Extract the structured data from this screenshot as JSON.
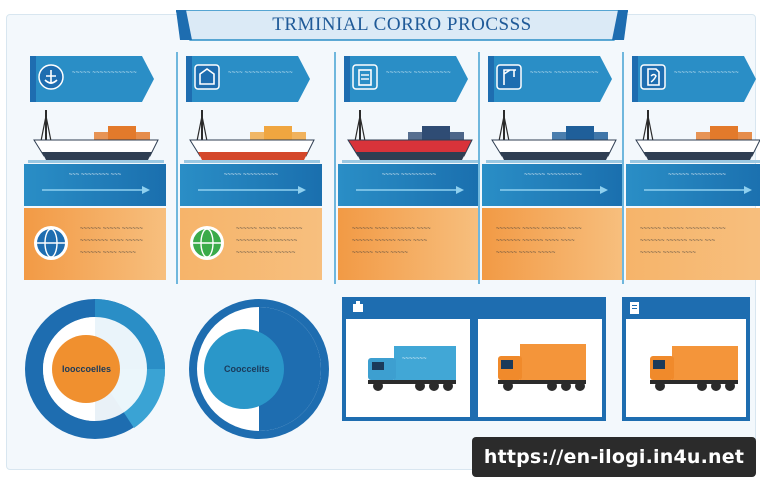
{
  "title": "TRMINIAL CORRO PROCSSS",
  "columns": [
    {
      "tag_text": "~~~~~ ~~~~~~~~~~~~",
      "band_text": "~~~ ~~~~~~~~ ~~~",
      "panel_lines": [
        "~~~~~~ ~~~~~ ~~~~~~",
        "~~~~~~~~ ~~~~ ~~~~~",
        "~~~~~~ ~~~~ ~~~~~"
      ],
      "tag_icon": "anchor-icon",
      "panel_icon": "globe-icon",
      "ship_color": "#ffffff",
      "hull_color": "#2f3e52",
      "cargo_color": "#e37a2b",
      "panel_color": "#f29a45"
    },
    {
      "tag_text": "~~~~ ~~~~~~~~~~~~~",
      "band_text": "~~~~~ ~~~~~~~~~~",
      "panel_lines": [
        "~~~~~~ ~~~~~ ~~~~~~~",
        "~~~~~~~~~ ~~~~~~~~",
        "~~~~~~ ~~~~ ~~~~~~"
      ],
      "tag_icon": "warehouse-icon",
      "panel_icon": "globe-icon",
      "ship_color": "#ffffff",
      "hull_color": "#d4472a",
      "cargo_color": "#f0a640",
      "panel_color": "#f6b46a"
    },
    {
      "tag_text": "~~~~~~~ ~~~~~~~~~~",
      "band_text": "~~~~~ ~~~~~~~~~~",
      "panel_lines": [
        "~~~~~~ ~~~~ ~~~~~~~ ~~~~",
        "~~~~~~ ~~~~~~ ~~~~ ~~~~",
        "~~~~~~ ~~~~ ~~~~~"
      ],
      "tag_icon": "clipboard-icon",
      "panel_icon": "",
      "ship_color": "#d8333a",
      "hull_color": "#2f3e52",
      "cargo_color": "#2f4c74",
      "panel_color": "#f29a45"
    },
    {
      "tag_text": "~~~~~~ ~~~~~~~~~~~~",
      "band_text": "~~~~~~ ~~~~~~~~~~",
      "panel_lines": [
        "~~~~~~~ ~~~~~ ~~~~~~~ ~~~~",
        "~~~~~~~ ~~~~~~ ~~~~ ~~~~",
        "~~~~~~ ~~~~~ ~~~~~"
      ],
      "tag_icon": "crane-icon",
      "panel_icon": "",
      "ship_color": "#ffffff",
      "hull_color": "#2f3e52",
      "cargo_color": "#1f5f9a",
      "panel_color": "#f29a45"
    },
    {
      "tag_text": "~~~~~~ ~~~~~~~~~~~",
      "band_text": "~~~~~~ ~~~~~~~~~~",
      "panel_lines": [
        "~~~~~~ ~~~~~~ ~~~~~~~ ~~~~",
        "~~~~~~~ ~~~~~~ ~~~~ ~~~",
        "~~~~~~ ~~~~~ ~~~~"
      ],
      "tag_icon": "document-icon",
      "panel_icon": "",
      "ship_color": "#ffffff",
      "hull_color": "#2f3e52",
      "cargo_color": "#e37a2b",
      "panel_color": "#f6b46a"
    }
  ],
  "circles": [
    {
      "label": "Iooccoelles",
      "accent": "#f0902f"
    },
    {
      "label": "Cooccelits",
      "accent": "#2a97c9"
    }
  ],
  "trucks": [
    {
      "cargo_label": "~~~~~~~",
      "cab_color": "#3d9fd0",
      "cargo_color": "#41a7d6"
    },
    {
      "cargo_label": "",
      "cab_color": "#f08a2b",
      "cargo_color": "#f4953a"
    },
    {
      "cargo_label": "",
      "cab_color": "#f08a2b",
      "cargo_color": "#f4953a"
    }
  ],
  "watermark": "https://en-ilogi.in4u.net",
  "colors": {
    "primary_blue": "#1e6db0",
    "light_blue": "#2a8ec6",
    "orange": "#f29a45",
    "teal": "#41a7d6"
  }
}
